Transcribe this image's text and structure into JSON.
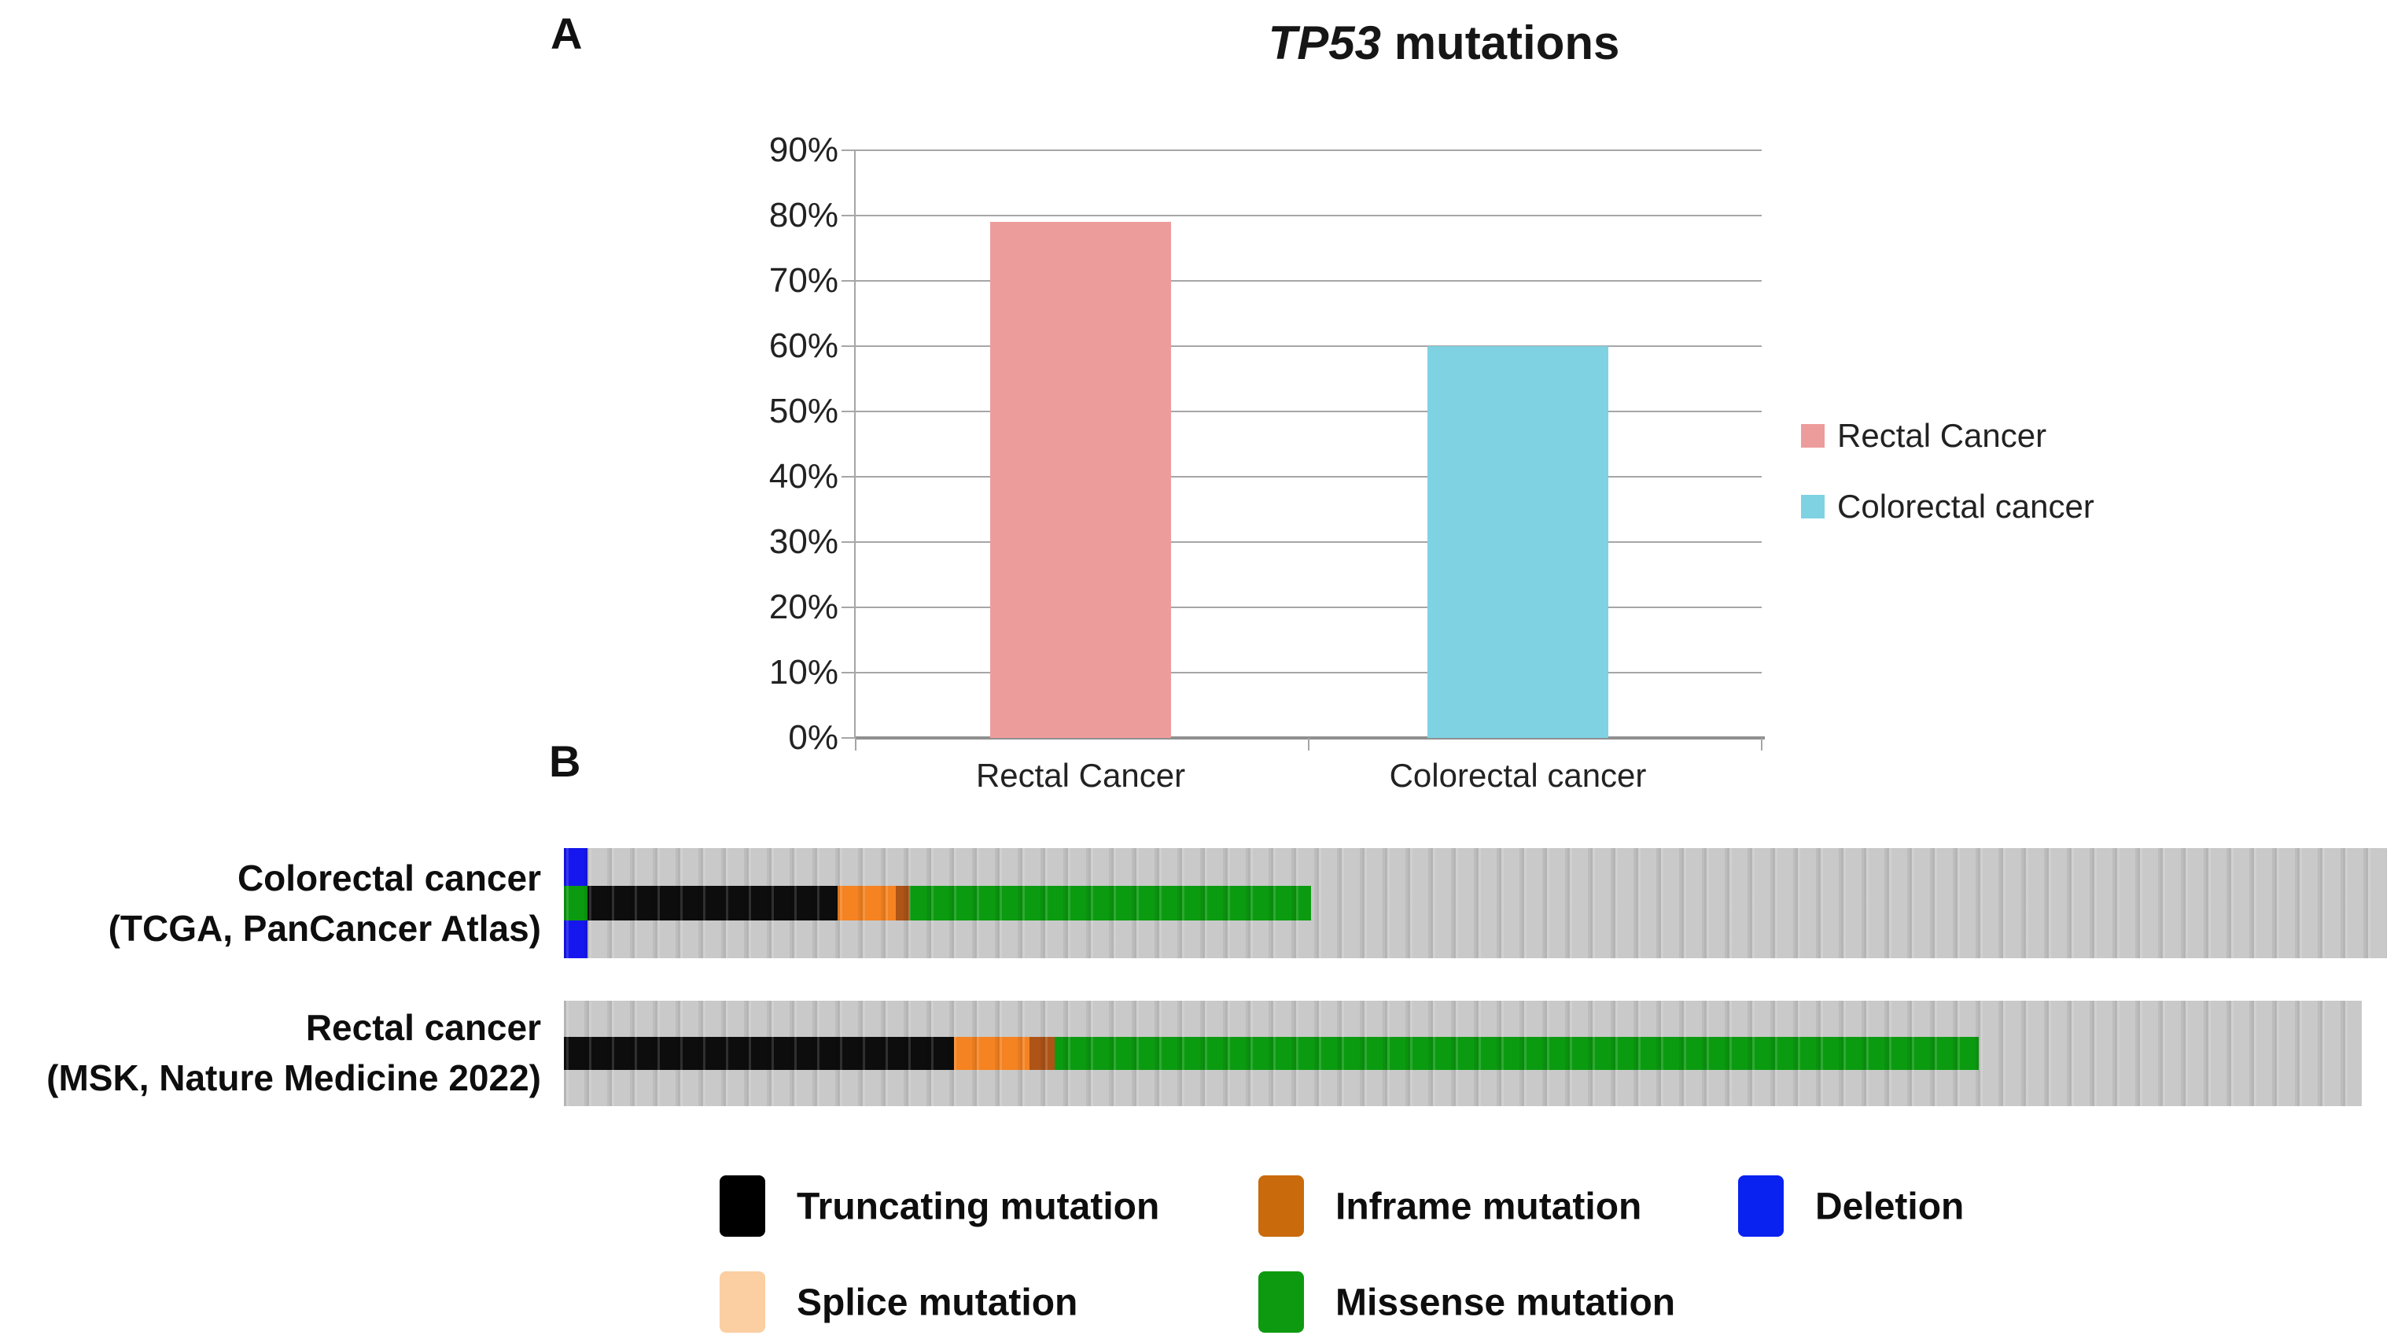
{
  "figure": {
    "panel_a_label": "A",
    "panel_b_label": "B",
    "title": {
      "gene": "TP53",
      "rest": " mutations"
    }
  },
  "chart_data": [
    {
      "type": "bar",
      "title": "TP53 mutations",
      "categories": [
        "Rectal Cancer",
        "Colorectal cancer"
      ],
      "values": [
        79,
        60
      ],
      "value_unit": "%",
      "bar_colors": [
        "#ED9C9C",
        "#7FD2E2"
      ],
      "y_ticks": [
        "90%",
        "80%",
        "70%",
        "60%",
        "50%",
        "40%",
        "30%",
        "20%",
        "10%",
        "0%"
      ],
      "ylim": [
        0,
        90
      ],
      "ytick_step": 10,
      "grid": true,
      "xlabel": "",
      "ylabel": "",
      "legend_position": "right",
      "legend": [
        {
          "label": "Rectal Cancer",
          "color": "#ED9C9C"
        },
        {
          "label": "Colorectal cancer",
          "color": "#7FD2E2"
        }
      ]
    },
    {
      "type": "heatmap",
      "style": "oncoprint",
      "gene": "TP53",
      "background_color": "#C9C9C9",
      "category_colors": {
        "truncating": "#0d0d0d",
        "splice": "#F58321",
        "inframe": "#AE5417",
        "missense": "#0B9B10",
        "deletion": "#1616EE",
        "none": "transparent"
      },
      "tracks": [
        {
          "label_line1": "Colorectal cancer",
          "label_line2": "(TCGA, PanCancer Atlas)",
          "segments": [
            {
              "category": "deletion_missense",
              "pct": 1.3
            },
            {
              "category": "truncating",
              "pct": 13.7
            },
            {
              "category": "splice",
              "pct": 3.2
            },
            {
              "category": "inframe",
              "pct": 0.8
            },
            {
              "category": "missense",
              "pct": 22.0
            },
            {
              "category": "none",
              "pct": 59.0
            }
          ]
        },
        {
          "label_line1": "Rectal cancer",
          "label_line2": "(MSK, Nature Medicine 2022)",
          "segments": [
            {
              "category": "truncating",
              "pct": 21.7
            },
            {
              "category": "splice",
              "pct": 4.2
            },
            {
              "category": "inframe",
              "pct": 1.4
            },
            {
              "category": "missense",
              "pct": 51.4
            },
            {
              "category": "none",
              "pct": 21.3
            }
          ]
        }
      ],
      "legend": [
        {
          "label": "Truncating mutation",
          "color": "#000000"
        },
        {
          "label": "Inframe mutation",
          "color": "#C96A0C"
        },
        {
          "label": "Deletion",
          "color": "#0A22F0"
        },
        {
          "label": "Splice mutation",
          "color": "#FBCFA2"
        },
        {
          "label": "Missense mutation",
          "color": "#0D9A10"
        }
      ]
    }
  ]
}
